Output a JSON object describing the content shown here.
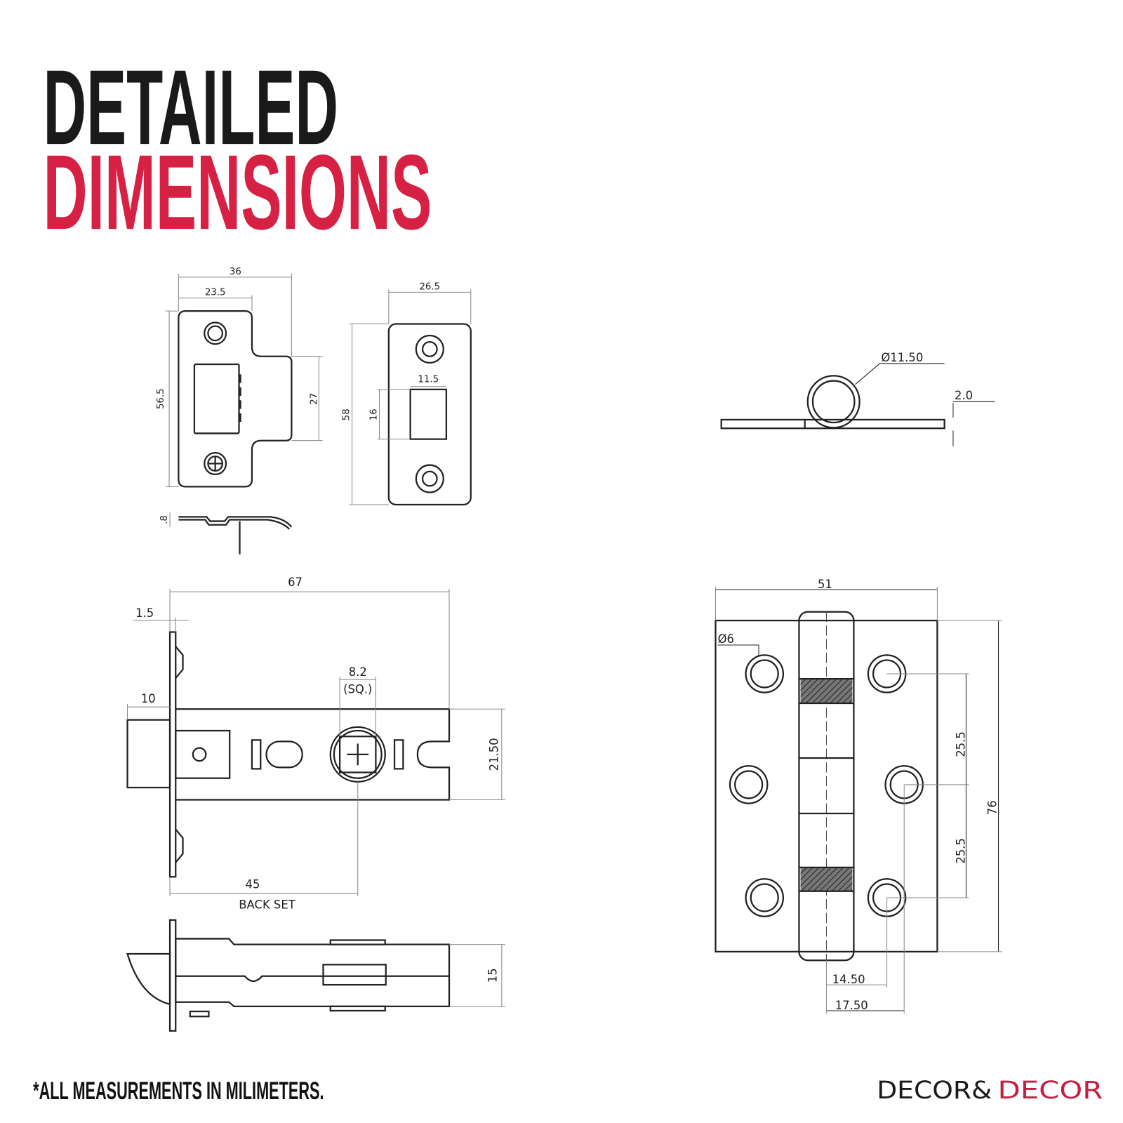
{
  "header": {
    "line1": "DETAILED",
    "line2": "DIMENSIONS"
  },
  "colors": {
    "accent": "#d62144",
    "ink": "#1a1a1a",
    "dim_line": "#888888"
  },
  "strike_plate_t": {
    "width_total": "36",
    "width_plate": "23.5",
    "height": "56.5",
    "tongue_height": "27",
    "thickness": ".8"
  },
  "strike_plate_rect": {
    "width": "26.5",
    "height": "58",
    "cutout_width": "11.5",
    "cutout_height": "16"
  },
  "latch": {
    "length": "67",
    "faceplate": "1.5",
    "bolt": "10",
    "spindle": "8.2",
    "spindle_note": "(SQ.)",
    "height": "21.50",
    "backset": "45",
    "backset_label": "BACK SET",
    "body_thickness": "15"
  },
  "hinge": {
    "knuckle_diameter": "Ø11.50",
    "leaf_thickness": "2.0",
    "width": "51",
    "height": "76",
    "hole_diameter": "Ø6",
    "hole_spacing_1": "25.5",
    "hole_spacing_2": "25.5",
    "offset_1": "14.50",
    "offset_2": "17.50"
  },
  "footer": {
    "note": "*ALL MEASUREMENTS IN MILIMETERS.",
    "logo_part1": "DECOR&",
    "logo_part2": "DECOR"
  }
}
